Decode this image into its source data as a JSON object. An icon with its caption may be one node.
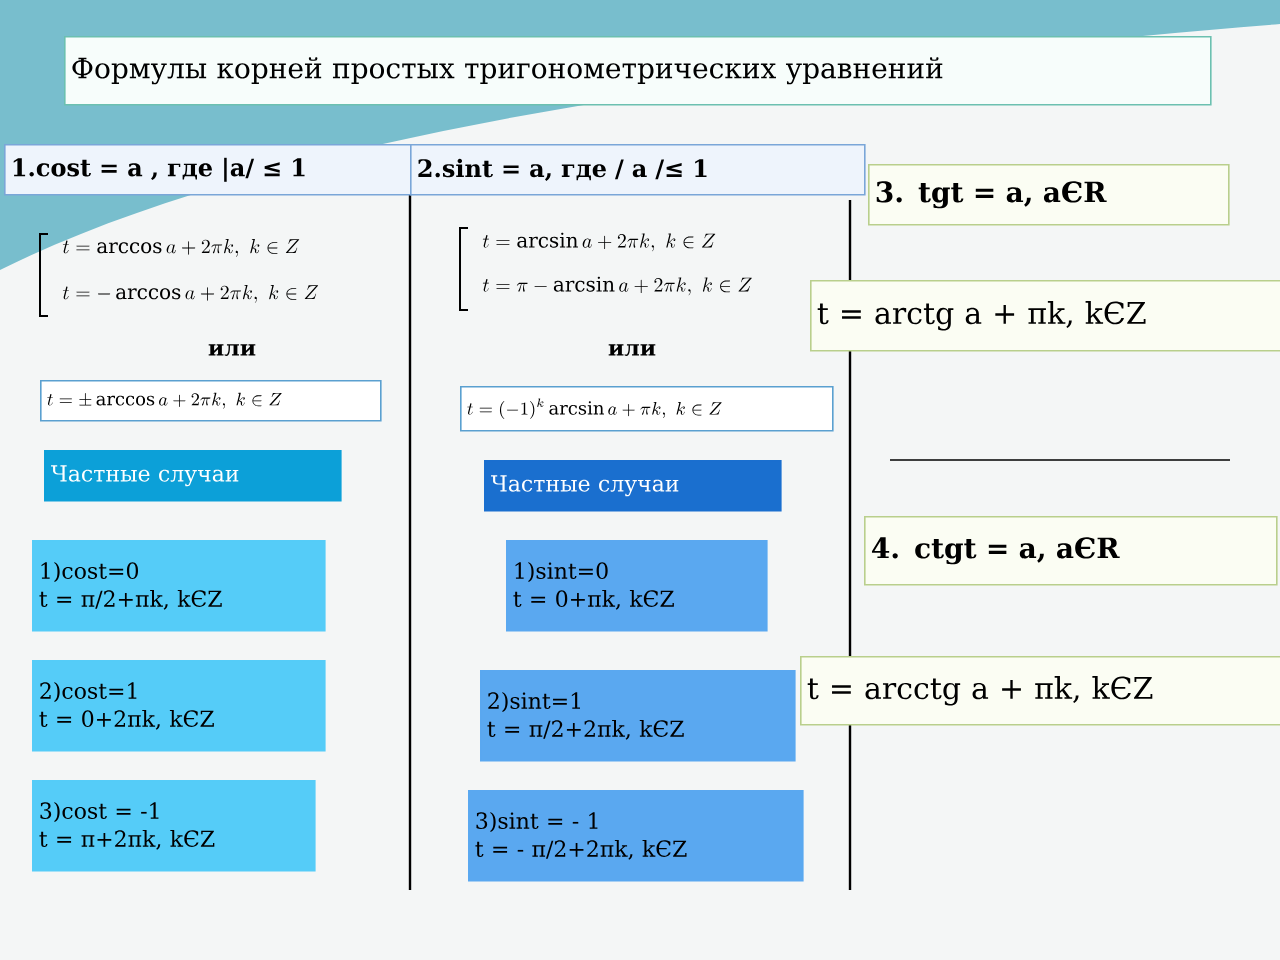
{
  "diagram": {
    "nodes": [
      {
        "text": [
          "Формулы корней простых тригонометрических уравнений"
        ]
      },
      {
        "text": [
          "1.cost = a ,  где |a/ ≤ 1"
        ]
      },
      {
        "text": [
          "2.sint = a,  где / a /≤ 1"
        ]
      },
      {
        "text": [
          "3. tgt = a,  aЄR"
        ]
      },
      {
        "text": [
          "t = arctg a + πk, kЄZ"
        ]
      },
      {
        "text": [
          "t = \\pm\\arccos a + 2\\pi k,\\ k \\in Z"
        ]
      },
      {
        "text": [
          "t = (-1)^k \\arcsin a + \\pi k,\\ k \\in Z"
        ]
      },
      {
        "text": [
          "Частные случаи"
        ]
      },
      {
        "text": [
          "Частные случаи"
        ]
      },
      {
        "text": [
          "4. ctgt = a,  aЄR"
        ]
      },
      {
        "text": [
          "1)cost=0",
          "t = π/2+πk, kЄZ"
        ]
      },
      {
        "text": [
          "1)sint=0",
          "t = 0+πk, kЄZ"
        ]
      },
      {
        "text": [
          "2)cost=1",
          "t = 0+2πk, kЄZ"
        ]
      },
      {
        "text": [
          "2)sint=1",
          "t = π/2+2πk, kЄZ"
        ]
      },
      {
        "text": [
          "3)cost = -1",
          "t = π+2πk, kЄZ"
        ]
      },
      {
        "text": [
          "3)sint = - 1",
          "t = - π/2+2πk, kЄZ"
        ]
      },
      {
        "text": [
          "t = arcctg a + πk, kЄZ"
        ]
      }
    ],
    "labels": [
      "t = \\arccos a + 2\\pi k,\\ k \\in Z",
      "t = -\\arccos a + 2\\pi k,\\ k \\in Z",
      "t = \\arcsin a + 2\\pi k,\\ k \\in Z",
      "t = \\pi - \\arcsin a + 2\\pi k,\\ k \\in Z",
      "или",
      "или"
    ]
  }
}
